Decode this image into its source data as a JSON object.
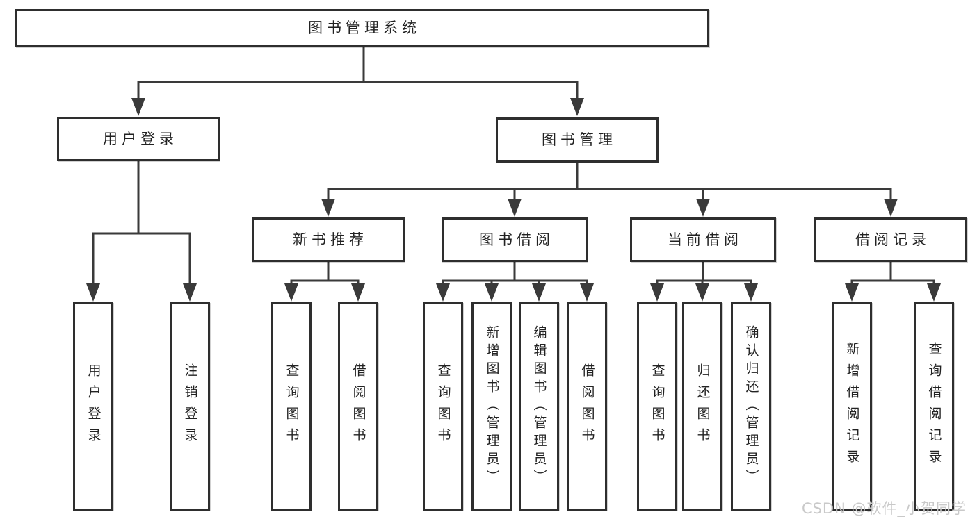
{
  "diagram": {
    "root": {
      "label": "图书管理系统"
    },
    "level2": [
      {
        "label": "用户登录"
      },
      {
        "label": "图书管理"
      }
    ],
    "level3": [
      {
        "label": "新书推荐"
      },
      {
        "label": "图书借阅"
      },
      {
        "label": "当前借阅"
      },
      {
        "label": "借阅记录"
      }
    ],
    "leaves": [
      {
        "label": "用户登录"
      },
      {
        "label": "注销登录"
      },
      {
        "label": "查询图书"
      },
      {
        "label": "借阅图书"
      },
      {
        "label": "查询图书"
      },
      {
        "label": "新增图书（管理员）"
      },
      {
        "label": "编辑图书（管理员）"
      },
      {
        "label": "借阅图书"
      },
      {
        "label": "查询图书"
      },
      {
        "label": "归还图书"
      },
      {
        "label": "确认归还（管理员）"
      },
      {
        "label": "新增借阅记录"
      },
      {
        "label": "查询借阅记录"
      }
    ],
    "watermark": "CSDN @软件_小贺同学",
    "colors": {
      "line": "#3a3a3a",
      "box_border": "#2e2e2e",
      "text": "#222222",
      "watermark": "#c9c9c9",
      "background": "#ffffff"
    }
  }
}
